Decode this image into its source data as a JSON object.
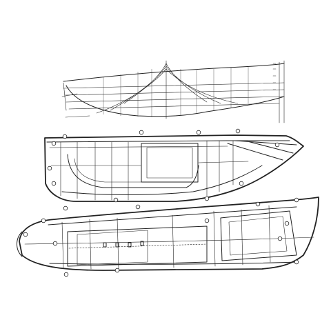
{
  "drawing": {
    "ink_color": "#222222",
    "paper_color": "#ffffff",
    "views": [
      {
        "id": "lines-plan"
      },
      {
        "id": "profile-section"
      },
      {
        "id": "deck-plan"
      }
    ]
  }
}
